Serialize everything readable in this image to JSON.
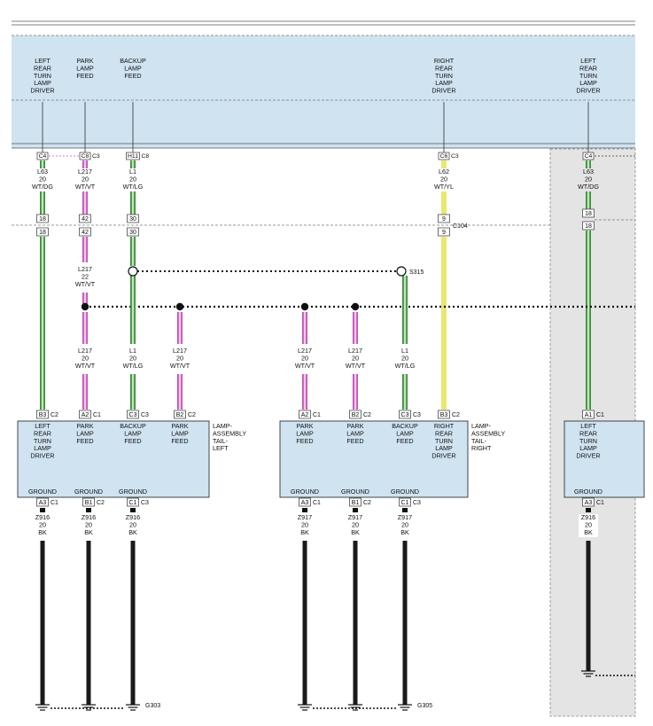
{
  "colors": {
    "module_fill": "#cfe3f1",
    "right_panel": "#e4e4e4",
    "wire_green": "#3f8e3f",
    "wire_green_light": "#bfe6b8",
    "wire_pink": "#c353b8",
    "wire_pink_light": "#f2c9ee",
    "wire_yellow": "#e8e870",
    "wire_dark": "#1a1a1a"
  },
  "top_module": {
    "outputs": [
      {
        "id": "lrtl",
        "label": "LEFT\nREAR\nTURN\nLAMP\nDRIVER",
        "pin": "C4",
        "conn": "",
        "wire": "L63\n20\nWT/DG",
        "color": "green"
      },
      {
        "id": "park",
        "label": "PARK\nLAMP\nFEED",
        "pin": "C8",
        "conn": "C3",
        "wire": "L217\n20\nWT/VT",
        "color": "pink"
      },
      {
        "id": "backup",
        "label": "BACKUP\nLAMP\nFEED",
        "pin": "H11",
        "conn": "C8",
        "wire": "L1\n20\nWT/LG",
        "color": "green"
      },
      {
        "id": "rrtl",
        "label": "RIGHT\nREAR\nTURN\nLAMP\nDRIVER",
        "pin": "C6",
        "conn": "C3",
        "wire": "L62\n20\nWT/YL",
        "color": "yellow"
      },
      {
        "id": "lrtl2",
        "label": "LEFT\nREAR\nTURN\nLAMP\nDRIVER",
        "pin": "C4",
        "conn": "",
        "wire": "L63\n20\nWT/DG",
        "color": "green"
      }
    ]
  },
  "connector_c104": {
    "name": "C104",
    "pins": [
      {
        "top": "18",
        "bottom": "18"
      },
      {
        "top": "42",
        "bottom": "42"
      },
      {
        "top": "30",
        "bottom": "30"
      },
      {
        "top": "9",
        "bottom": "9"
      },
      {
        "top": "18",
        "bottom": "18"
      }
    ]
  },
  "splice_s315": "S315",
  "wire_labels": {
    "l217_22": "L217\n22\nWT/VT",
    "l217_20": "L217\n20\nWT/VT",
    "l1_20": "L1\n20\nWT/LG"
  },
  "left_lamp": {
    "name": "LAMP-\nASSEMBLY\nTAIL-\nLEFT",
    "inputs": [
      {
        "pin": "B3",
        "conn": "C2",
        "label": "LEFT\nREAR\nTURN\nLAMP\nDRIVER"
      },
      {
        "pin": "A2",
        "conn": "C1",
        "label": "PARK\nLAMP\nFEED"
      },
      {
        "pin": "C3",
        "conn": "C3",
        "label": "BACKUP\nLAMP\nFEED"
      },
      {
        "pin": "B2",
        "conn": "C2",
        "label": "PARK\nLAMP\nFEED"
      }
    ],
    "grounds": [
      {
        "label": "GROUND",
        "pin": "A3",
        "conn": "C1",
        "wire": "Z916\n20\nBK"
      },
      {
        "label": "GROUND",
        "pin": "B1",
        "conn": "C2",
        "wire": "Z916\n20\nBK"
      },
      {
        "label": "GROUND",
        "pin": "C1",
        "conn": "C3",
        "wire": "Z916\n20\nBK"
      }
    ],
    "ground_point": "G303"
  },
  "right_lamp": {
    "name": "LAMP-\nASSEMBLY\nTAIL-\nRIGHT",
    "inputs": [
      {
        "pin": "A2",
        "conn": "C1",
        "label": "PARK\nLAMP\nFEED"
      },
      {
        "pin": "B2",
        "conn": "C2",
        "label": "PARK\nLAMP\nFEED"
      },
      {
        "pin": "C3",
        "conn": "C3",
        "label": "BACKUP\nLAMP\nFEED"
      },
      {
        "pin": "B3",
        "conn": "C2",
        "label": "RIGHT\nREAR\nTURN\nLAMP\nDRIVER"
      }
    ],
    "grounds": [
      {
        "label": "GROUND",
        "pin": "A3",
        "conn": "C1",
        "wire": "Z917\n20\nBK"
      },
      {
        "label": "GROUND",
        "pin": "B1",
        "conn": "C2",
        "wire": "Z917\n20\nBK"
      },
      {
        "label": "GROUND",
        "pin": "C1",
        "conn": "C3",
        "wire": "Z917\n20\nBK"
      }
    ],
    "ground_point": "G305"
  },
  "third_lamp": {
    "inputs": [
      {
        "pin": "A1",
        "conn": "C1",
        "label": "LEFT\nREAR\nTURN\nLAMP\nDRIVER"
      }
    ],
    "grounds": [
      {
        "label": "GROUND",
        "pin": "A3",
        "conn": "C1",
        "wire": "Z916\n20\nBK"
      }
    ]
  }
}
